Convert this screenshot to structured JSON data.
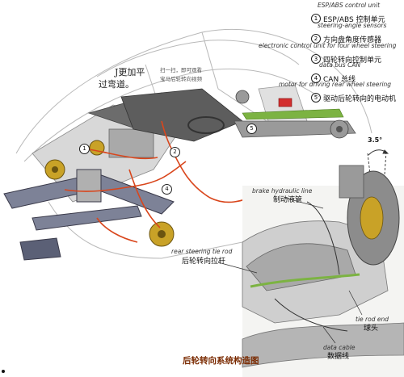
{
  "legend": {
    "items": [
      {
        "num": "1",
        "en": "ESP/ABS control unit",
        "cn": "ESP/ABS 控制单元"
      },
      {
        "num": "2",
        "en": "steering-angle sensors",
        "cn": "方向盘角度传感器"
      },
      {
        "num": "3",
        "en": "electronic control unit for four wheel steering",
        "cn": "四轮转向控制单元"
      },
      {
        "num": "4",
        "en": "data bus CAN",
        "cn": "CAN 总线"
      },
      {
        "num": "5",
        "en": "motor for driving rear wheel steering",
        "cn": "驱动后轮转向的电动机"
      }
    ]
  },
  "handwritten": {
    "line1": "J更加平",
    "line2": "过弯道。",
    "qr_note1": "扫一扫，即可观看",
    "qr_note2": "宝马后轮转向视频"
  },
  "callouts": [
    "1",
    "2",
    "4",
    "5"
  ],
  "angle_label": "3.5°",
  "inset_labels": {
    "brake_en": "brake hydraulic line",
    "brake_cn": "制动液管",
    "tie_rod_en": "rear steering tie rod",
    "tie_rod_cn": "后轮转向拉杆",
    "tie_end_en": "tie rod end",
    "tie_end_cn": "球头",
    "data_en": "data cable",
    "data_cn": "数据线"
  },
  "caption": "后轮转向系统构造图",
  "colors": {
    "harness": "#d9461c",
    "brake_line": "#7cb342",
    "metal": "#9a9a9a",
    "ecu_red": "#d32f2f",
    "disc_gold": "#c9a227"
  }
}
